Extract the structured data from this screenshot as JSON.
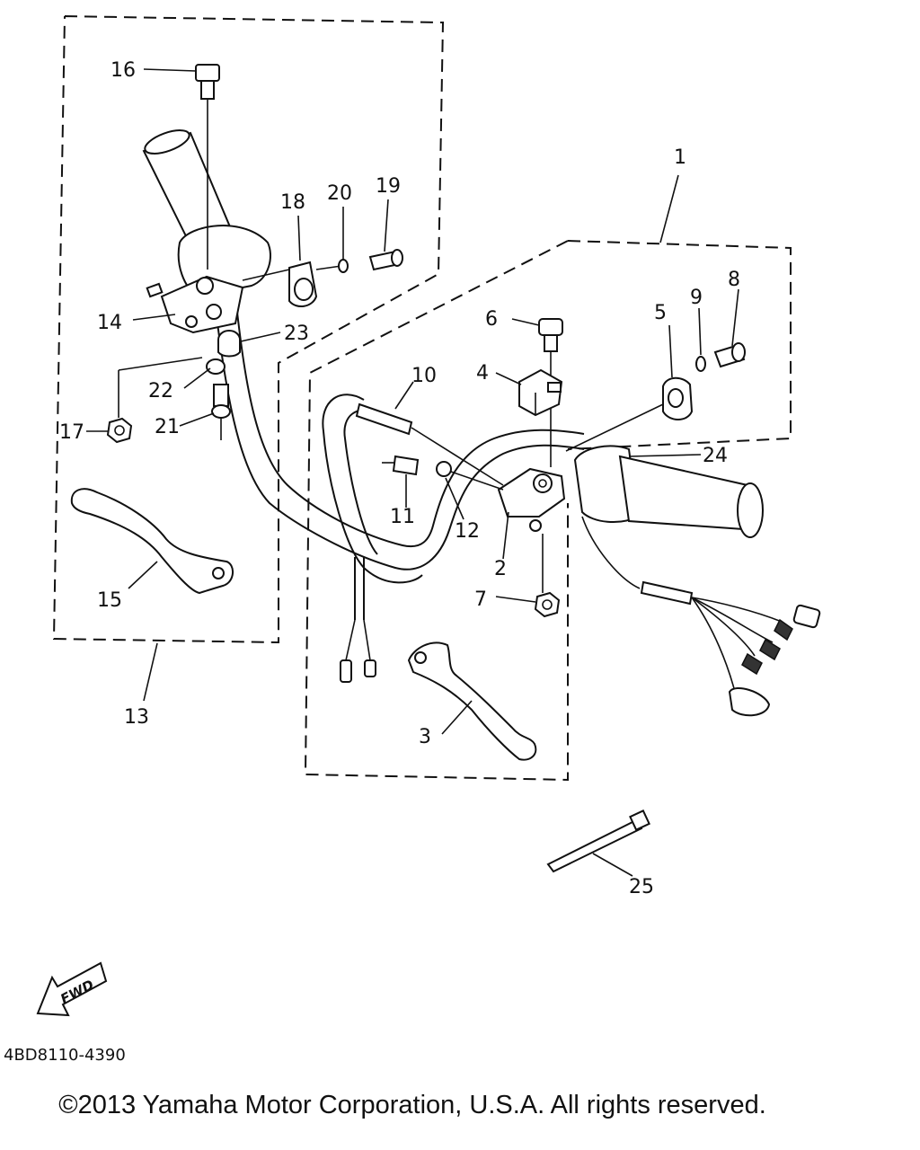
{
  "labels": {
    "l1": "1",
    "l2": "2",
    "l3": "3",
    "l4": "4",
    "l5": "5",
    "l6": "6",
    "l7": "7",
    "l8": "8",
    "l9": "9",
    "l10": "10",
    "l11": "11",
    "l12": "12",
    "l13": "13",
    "l14": "14",
    "l15": "15",
    "l16": "16",
    "l17": "17",
    "l18": "18",
    "l19": "19",
    "l20": "20",
    "l21": "21",
    "l22": "22",
    "l23": "23",
    "l24": "24",
    "l25": "25"
  },
  "fwd_label": "FWD",
  "diagram_code": "4BD8110-4390",
  "copyright": "©2013 Yamaha Motor Corporation, U.S.A. All rights reserved."
}
